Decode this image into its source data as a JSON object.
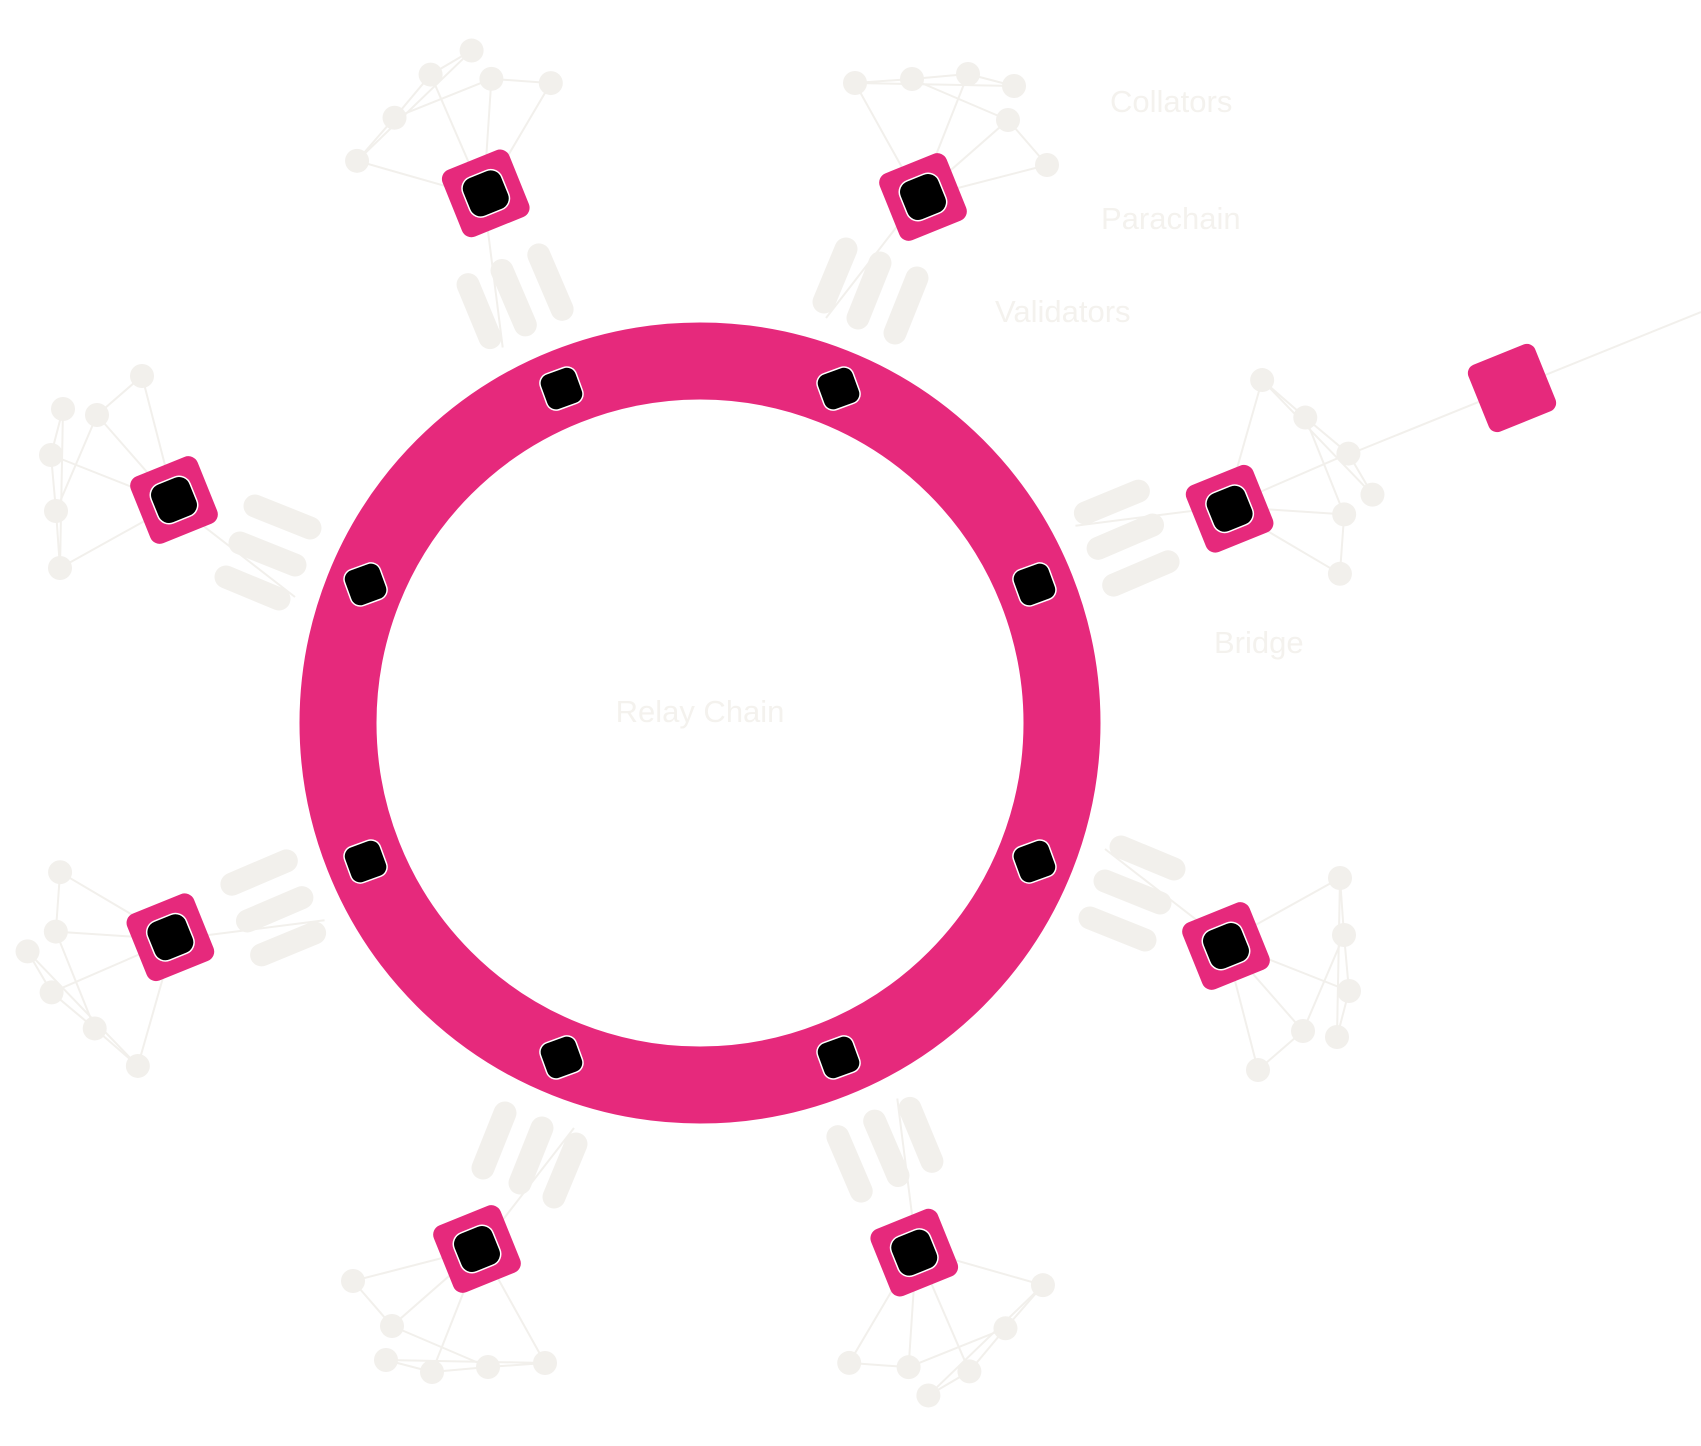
{
  "labels": {
    "collators": "Collators",
    "parachain": "Parachain",
    "validators": "Validators",
    "bridge": "Bridge",
    "relay_chain": "Relay Chain"
  },
  "colors": {
    "relay_ring": "#E6297C",
    "parachain_block": "#E6297C",
    "chip": "#000000",
    "network": "#F2F0EC",
    "label": "#F4F2EE",
    "background": "#FFFFFF"
  },
  "diagram": {
    "parachain_count": 8,
    "validator_slot_count": 8,
    "validators_per_group": 3,
    "bridge_count": 1
  }
}
